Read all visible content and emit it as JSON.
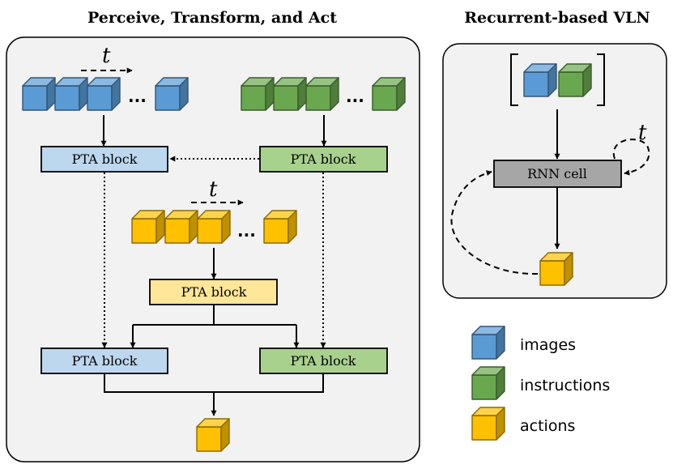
{
  "left_panel": {
    "title": "Perceive, Transform, and Act",
    "time_label": "t",
    "ellipsis": "...",
    "top_left_block": "PTA block",
    "top_right_block": "PTA block",
    "middle_block": "PTA block",
    "bottom_left_block": "PTA block",
    "bottom_right_block": "PTA block"
  },
  "right_panel": {
    "title": "Recurrent-based VLN",
    "time_label": "t",
    "rnn_label": "RNN cell"
  },
  "legend": {
    "items": [
      {
        "label": "images",
        "color": "#5b9bd5"
      },
      {
        "label": "instructions",
        "color": "#6aa84f"
      },
      {
        "label": "actions",
        "color": "#ffc000"
      }
    ]
  },
  "colors": {
    "image_cube": "#5b9bd5",
    "instruction_cube": "#6aa84f",
    "action_cube": "#ffc000",
    "image_block_fill": "#bdd7ee",
    "instruction_block_fill": "#a9d18e",
    "action_block_fill": "#ffe699",
    "rnn_fill": "#a6a6a6",
    "panel_fill": "#f2f2f2"
  }
}
